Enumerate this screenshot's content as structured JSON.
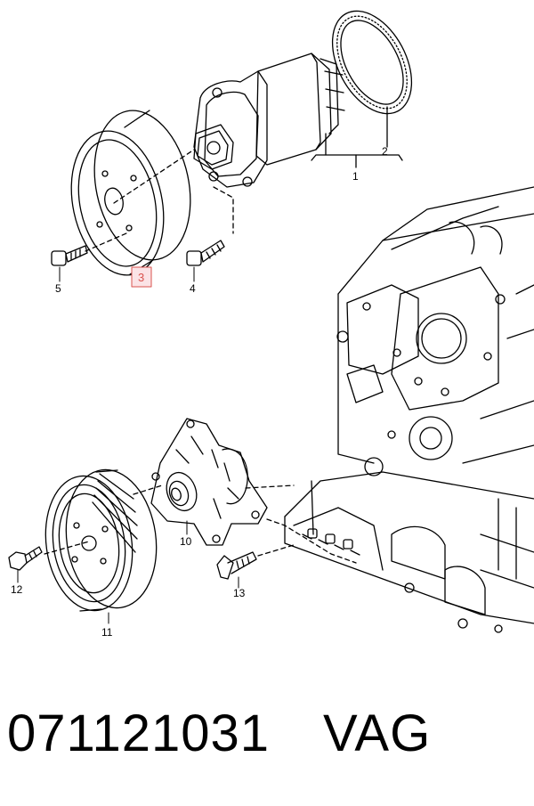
{
  "callouts": {
    "c1": "1",
    "c2": "2",
    "c3": "3",
    "c4": "4",
    "c5": "5",
    "c10": "10",
    "c11": "11",
    "c12": "12",
    "c13": "13"
  },
  "highlight_color": "#d9534f",
  "caption": {
    "part_number": "071121031",
    "brand": "VAG"
  }
}
